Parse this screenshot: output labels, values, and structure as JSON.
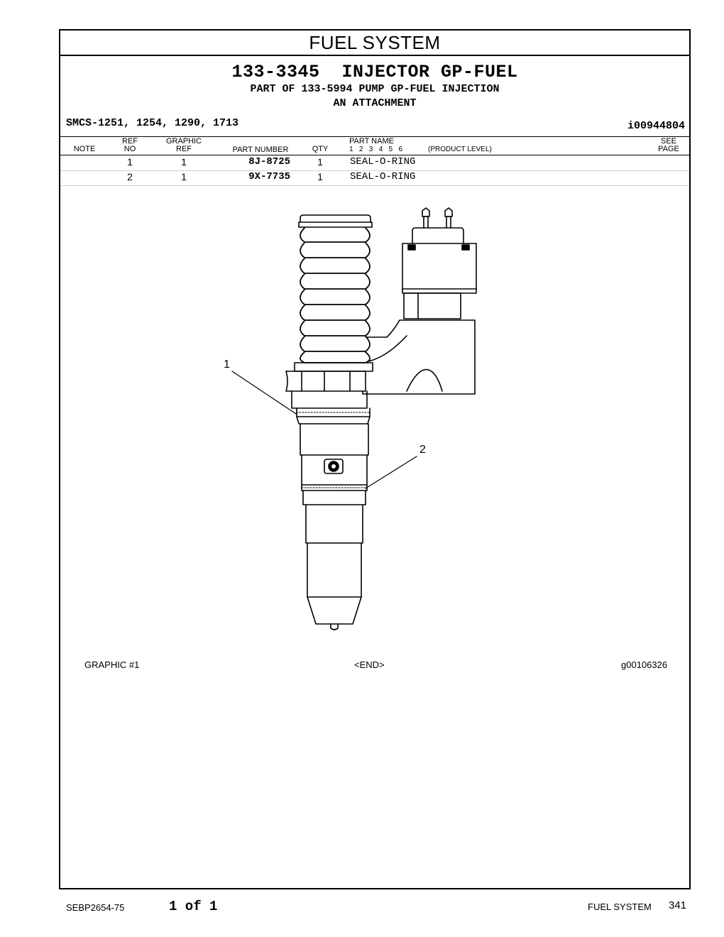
{
  "header": {
    "section": "FUEL SYSTEM",
    "group_number": "133-3345",
    "group_name": "INJECTOR GP-FUEL",
    "part_of": "PART OF 133-5994 PUMP GP-FUEL INJECTION",
    "attachment": "AN ATTACHMENT",
    "smcs": "SMCS-1251, 1254, 1290, 1713",
    "illustration_id": "i00944804"
  },
  "table": {
    "columns": {
      "note": "NOTE",
      "ref_no_top": "REF",
      "ref_no_bottom": "NO",
      "graphic_ref_top": "GRAPHIC",
      "graphic_ref_bottom": "REF",
      "part_number": "PART NUMBER",
      "qty": "QTY",
      "part_name": "PART NAME",
      "product_levels": "1   2   3   4   5   6",
      "product_level_label": "(PRODUCT LEVEL)",
      "see_page_top": "SEE",
      "see_page_bottom": "PAGE"
    },
    "rows": [
      {
        "ref_no": "1",
        "graphic_ref": "1",
        "part_number": "8J-8725",
        "qty": "1",
        "part_name": "SEAL-O-RING"
      },
      {
        "ref_no": "2",
        "graphic_ref": "1",
        "part_number": "9X-7735",
        "qty": "1",
        "part_name": "SEAL-O-RING"
      }
    ]
  },
  "graphic": {
    "callout_1": "1",
    "callout_2": "2",
    "label": "GRAPHIC #1",
    "end_marker": "<END>",
    "graphic_id": "g00106326"
  },
  "footer": {
    "doc_number": "SEBP2654-75",
    "page_of": "1 of 1",
    "section": "FUEL SYSTEM",
    "page_number": "341"
  }
}
